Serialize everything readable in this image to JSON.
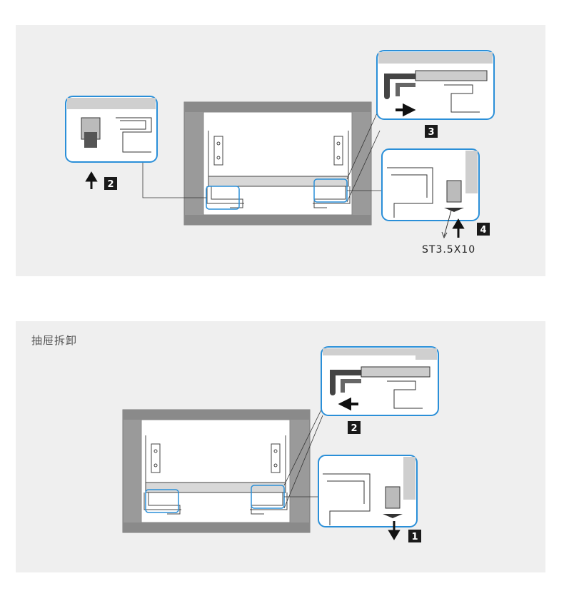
{
  "sections": {
    "top": {
      "steps": [
        "2",
        "3",
        "4"
      ],
      "screw_label": "ST3.5X10"
    },
    "bottom": {
      "title": "抽屉拆卸",
      "steps": [
        "2",
        "1"
      ]
    }
  },
  "colors": {
    "panel_bg": "#efefef",
    "callout_border": "#2a8fd8",
    "cabinet_frame": "#888888",
    "badge_bg": "#1a1a1a"
  },
  "icons": [
    "arrow-up-icon",
    "arrow-right-icon",
    "arrow-left-icon",
    "arrow-down-icon"
  ]
}
